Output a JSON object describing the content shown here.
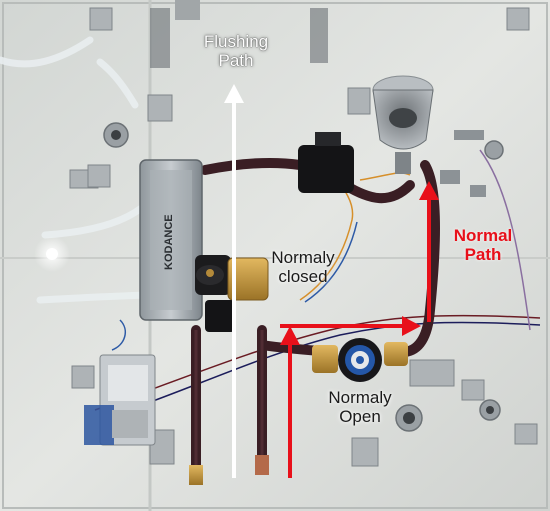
{
  "labels": {
    "flushing": {
      "line1": "Flushing",
      "line2": "Path"
    },
    "normaly_closed": {
      "line1": "Normaly",
      "line2": "closed"
    },
    "normal_path": {
      "line1": "Normal",
      "line2": "Path"
    },
    "normaly_open": {
      "line1": "Normaly",
      "line2": "Open"
    }
  },
  "valve_brand": "KODANCE",
  "colors": {
    "flush_arrow": "#ffffff",
    "normal_arrow": "#e8101a",
    "normal_path_text": "#e8101a",
    "tubing": "#3a1e24",
    "panel": "#d9dcd8"
  },
  "icons": {
    "flushing_arrow": "arrow-up-white",
    "normal_path_arrows": "arrow-red-up-right-up"
  }
}
